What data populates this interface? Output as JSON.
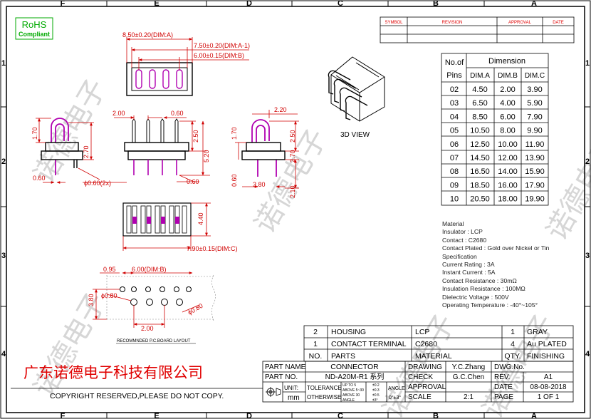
{
  "frame": {
    "columns": [
      "F",
      "E",
      "D",
      "C",
      "B",
      "A"
    ],
    "rows": [
      "1",
      "2",
      "3",
      "4"
    ]
  },
  "rohs": {
    "title": "RoHS",
    "subtitle": "Compliant"
  },
  "revision_table": {
    "headers": [
      "SYMBOL",
      "REVISION",
      "APPROVAL",
      "DATE"
    ]
  },
  "dims_top": [
    "8.50±0.20(DIM:A)",
    "7.50±0.20(DIM:A-1)",
    "6.00±0.15(DIM:B)"
  ],
  "dims_front": [
    "2.00",
    "0.60",
    "2.50",
    "5.20",
    "1.70",
    "2.70",
    "0.60",
    "ϕ0.60(2x)",
    "0.60"
  ],
  "dims_side": [
    "2.20",
    "2.50",
    "2.70",
    "0.60",
    "3.80",
    "2.10"
  ],
  "dims_bottom": [
    "4.40",
    "7.90±0.15(DIM:C)"
  ],
  "dims_pcb": [
    "0.95",
    "6.00(DIM:B)",
    "3.80",
    "ϕ0.80",
    "ϕ0.80",
    "2.00"
  ],
  "view_labels": {
    "view3d": "3D VIEW",
    "pcb_layout": "RECOMMNDED P.C.BOARD LAYOUT"
  },
  "dimension_table": {
    "header_main": "Dimension",
    "no_of": "No.of",
    "pins": "Pins",
    "col_a": "DIM.A",
    "col_b": "DIM.B",
    "col_c": "DIM.C",
    "rows": [
      [
        "02",
        "4.50",
        "2.00",
        "3.90"
      ],
      [
        "03",
        "6.50",
        "4.00",
        "5.90"
      ],
      [
        "04",
        "8.50",
        "6.00",
        "7.90"
      ],
      [
        "05",
        "10.50",
        "8.00",
        "9.90"
      ],
      [
        "06",
        "12.50",
        "10.00",
        "11.90"
      ],
      [
        "07",
        "14.50",
        "12.00",
        "13.90"
      ],
      [
        "08",
        "16.50",
        "14.00",
        "15.90"
      ],
      [
        "09",
        "18.50",
        "16.00",
        "17.90"
      ],
      [
        "10",
        "20.50",
        "18.00",
        "19.90"
      ]
    ]
  },
  "specs": [
    "Material",
    "Insulator : LCP",
    "Contact : C2680",
    "Contact Plated : Gold over Nickel or Tin",
    "Specification",
    "Current Rating : 3A",
    "Instant Current : 5A",
    "Contact Resistance : 30mΩ",
    "Insulation Resistance : 100MΩ",
    "Dielectric   Voltage : 500V",
    "Operating Temperature : -40°~105°"
  ],
  "parts_table": {
    "rows": [
      [
        "2",
        "HOUSING",
        "LCP",
        "1",
        "GRAY"
      ],
      [
        "1",
        "CONTACT TERMINAL",
        "C2680",
        "4",
        "Au PLATED"
      ]
    ],
    "header": [
      "NO.",
      "PARTS",
      "MATERIAL",
      "QTY.",
      "FINISHING"
    ]
  },
  "title_block": {
    "company": "广东诺德电子科技有限公司",
    "copyright": "COPYRIGHT RESERVED,PLEASE DO NOT COPY.",
    "part_name_label": "PART NAME",
    "part_name": "CONNECTOR",
    "part_no_label": "PART  NO.",
    "part_no": "ND-A20M-R1  系列",
    "unit_label": "UNIT:",
    "unit": "mm",
    "tolerance_label": "TOLERANCE",
    "otherwise_label": "OTHERWISE",
    "tol_lines": [
      "UP TO 5",
      "ABOVE 5~30",
      "ABOVE 30",
      "ANGLE"
    ],
    "tol_vals": [
      "±0.2",
      "±0.3",
      "±0.5",
      "±3°"
    ],
    "angle_label": "ANGLE",
    "angle_val": "0°±3°",
    "drawing_label": "DRAWING",
    "drawing_by": "Y.C.Zhang",
    "check_label": "CHECK",
    "check_by": "G.C.Chen",
    "approval_label": "APPROVAL",
    "scale_label": "SCALE",
    "scale": "2:1",
    "dwg_no_label": "DWG.No.",
    "rev_label": "REV.",
    "rev": "A1",
    "date_label": "DATE",
    "date": "08-08-2018",
    "page_label": "PAGE",
    "page": "1  OF  1"
  },
  "watermark": "诺德电子",
  "colors": {
    "part_outline": "#b000b0",
    "dimension": "#d00000",
    "pin_pink": "#c000c0",
    "company_text": "#e00000",
    "revision_header": "#e00000"
  }
}
